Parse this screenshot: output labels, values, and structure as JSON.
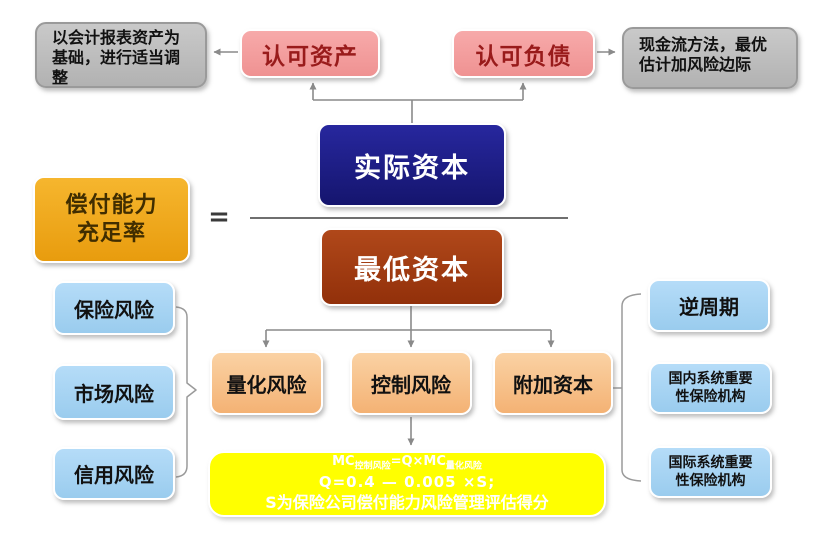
{
  "diagram": {
    "notes": {
      "asset_note": "以会计报表资产为基础，进行适当调整",
      "liability_note": "现金流方法，最优估计加风险边际"
    },
    "nodes": {
      "recognized_assets": "认可资产",
      "recognized_liabilities": "认可负债",
      "actual_capital": "实际资本",
      "minimum_capital": "最低资本",
      "solvency_line1": "偿付能力",
      "solvency_line2": "充足率",
      "equals": "=",
      "quantifiable_risk": "量化风险",
      "control_risk": "控制风险",
      "additional_capital": "附加资本",
      "counter_cyclical": "逆周期",
      "domestic_sii": "国内系统重要性保险机构",
      "international_sii": "国际系统重要性保险机构"
    },
    "left_risks": [
      "保险风险",
      "市场风险",
      "信用风险"
    ],
    "formula": {
      "mc": "MC",
      "sub_control": "控制风险",
      "mid": "=Q×MC",
      "sub_quant": "量化风险",
      "line2": "Q=0.4 — 0.005 ×S;",
      "line3": "S为保险公司偿付能力风险管理评估得分"
    },
    "colors": {
      "navy": "#1c1c8c",
      "brown": "#a33c10",
      "gold": "#f0a61e",
      "pink": "#f49c9c",
      "light_blue": "#a9d5f5",
      "peach": "#f8c48f",
      "yellow": "#ffff00",
      "gray": "#bdbdbd",
      "connector": "#8a8a8a"
    }
  }
}
